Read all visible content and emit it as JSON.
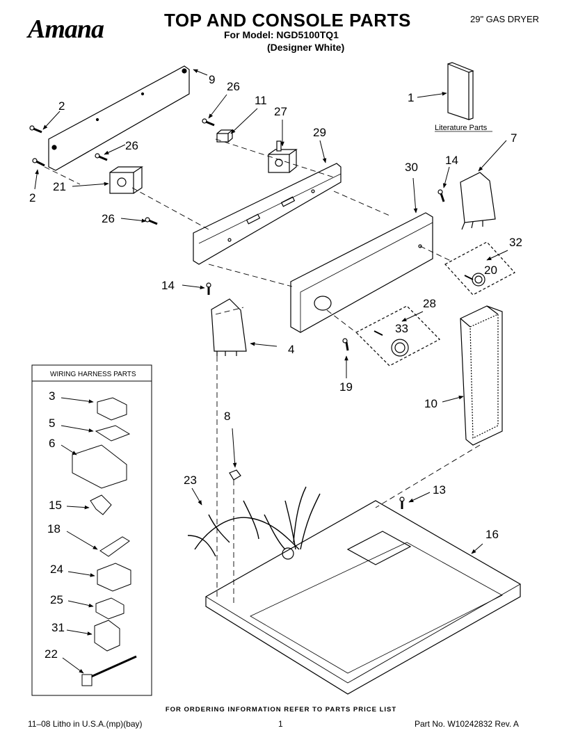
{
  "header": {
    "brand": "Amana",
    "title": "TOP AND CONSOLE PARTS",
    "model_line": "For Model: NGD5100TQ1",
    "color_line": "(Designer White)",
    "product": "29\" GAS DRYER"
  },
  "diagram": {
    "literature_label": "Literature Parts",
    "wiring_harness_label": "WIRING HARNESS PARTS",
    "callouts": {
      "c1": "1",
      "c2a": "2",
      "c2b": "2",
      "c3": "3",
      "c4": "4",
      "c5": "5",
      "c6": "6",
      "c7": "7",
      "c8": "8",
      "c9": "9",
      "c10": "10",
      "c11": "11",
      "c13": "13",
      "c14a": "14",
      "c14b": "14",
      "c15": "15",
      "c16": "16",
      "c18": "18",
      "c19": "19",
      "c20": "20",
      "c21": "21",
      "c22": "22",
      "c23": "23",
      "c24": "24",
      "c25": "25",
      "c26a": "26",
      "c26b": "26",
      "c26c": "26",
      "c27": "27",
      "c28": "28",
      "c29": "29",
      "c30": "30",
      "c31": "31",
      "c32": "32",
      "c33": "33"
    }
  },
  "footer": {
    "ordering": "FOR ORDERING INFORMATION REFER TO PARTS PRICE LIST",
    "litho": "11–08 Litho in U.S.A.(mp)(bay)",
    "page": "1",
    "part_no": "Part No. W10242832 Rev. A"
  }
}
